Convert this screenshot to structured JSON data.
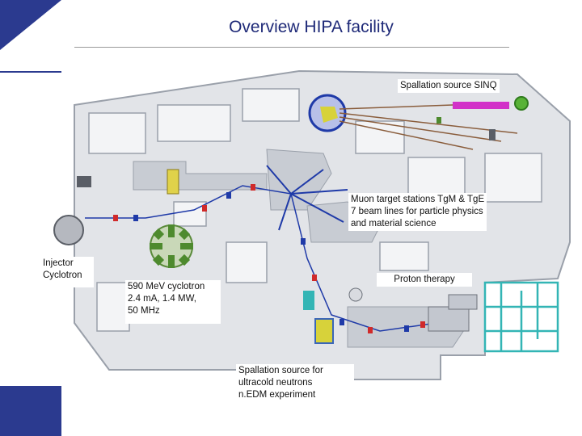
{
  "title": "Overview HIPA facility",
  "labels": {
    "sinq": "Spallation source SINQ",
    "muon": [
      "Muon target stations TgM & TgE",
      "7 beam lines for particle physics",
      "and material science"
    ],
    "injector": [
      "Injector",
      "Cyclotron"
    ],
    "cyclotron": [
      "590 MeV cyclotron",
      "2.4 mA, 1.4 MW,",
      "50 MHz"
    ],
    "proton": "Proton therapy",
    "ucn": [
      "Spallation source for",
      "ultracold neutrons",
      "n.EDM experiment"
    ]
  },
  "colors": {
    "accent": "#2b3a8f",
    "floor": "#e2e4e8",
    "wall": "#9aa0aa",
    "beamline_red": "#d02a2a",
    "beamline_blue": "#1f3aa8",
    "proton_area": "#33b5b5"
  }
}
